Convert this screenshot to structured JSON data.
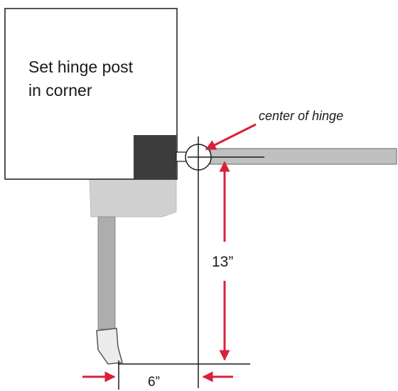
{
  "labels": {
    "post_line1": "Set hinge post",
    "post_line2": "in corner",
    "center_of_hinge": "center of hinge",
    "dim_vertical": "13”",
    "dim_horizontal": "6”"
  },
  "colors": {
    "arrow": "#d8203c",
    "outline": "#1a1a1a",
    "post_fill": "#ffffff",
    "hinge_block": "#3c3c3c",
    "gate_rail": "#c0c0c0",
    "latch_plate": "#d0d0d0",
    "latch_arm": "#adadad"
  }
}
